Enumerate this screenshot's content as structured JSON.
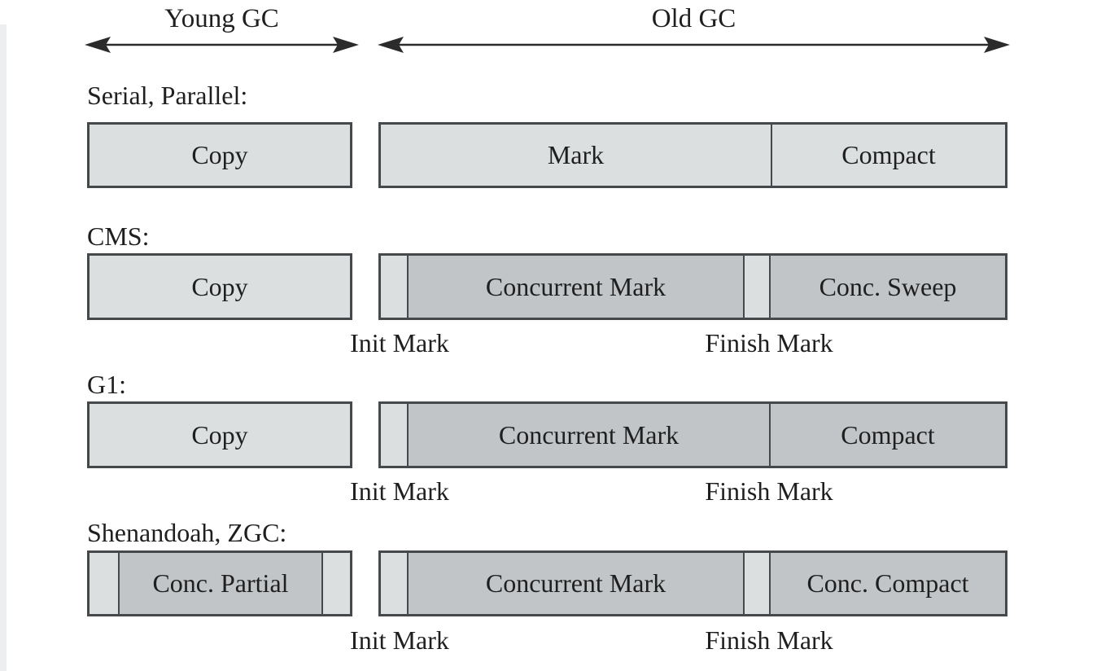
{
  "diagram": {
    "title_young": "Young GC",
    "title_old": "Old GC",
    "colors": {
      "box_light": "#dcdfe0",
      "box_dark": "#c2c5c7",
      "box_border": "#46494c",
      "arrow": "#2b2b2b",
      "text": "#1f1f1f",
      "background": "#ffffff"
    },
    "rows": [
      {
        "label": "Serial, Parallel:",
        "young_label": "Copy",
        "old_segments": {
          "mark": "Mark",
          "compact": "Compact"
        }
      },
      {
        "label": "CMS:",
        "young_label": "Copy",
        "old_segments": {
          "concurrent_mark": "Concurrent Mark",
          "final": "Conc. Sweep"
        },
        "annotations": {
          "init": "Init Mark",
          "finish": "Finish Mark"
        }
      },
      {
        "label": "G1:",
        "young_label": "Copy",
        "old_segments": {
          "concurrent_mark": "Concurrent Mark",
          "final": "Compact"
        },
        "annotations": {
          "init": "Init Mark",
          "finish": "Finish Mark"
        }
      },
      {
        "label": "Shenandoah, ZGC:",
        "young_label": "Conc. Partial",
        "old_segments": {
          "concurrent_mark": "Concurrent Mark",
          "final": "Conc. Compact"
        },
        "annotations": {
          "init": "Init Mark",
          "finish": "Finish Mark"
        }
      }
    ]
  }
}
